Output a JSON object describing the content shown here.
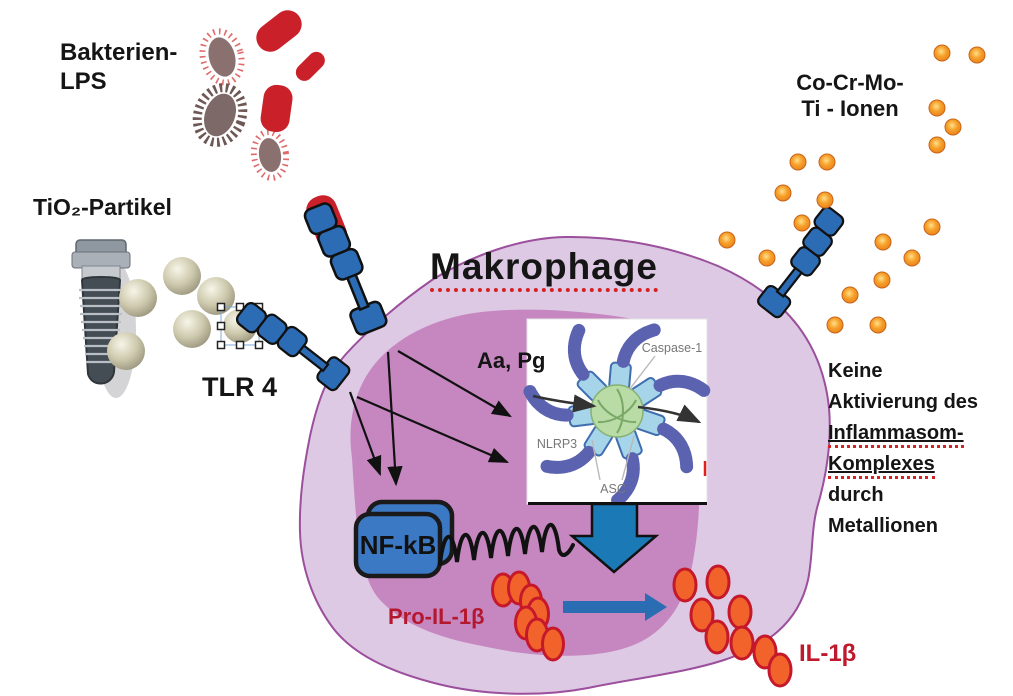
{
  "labels": {
    "bakterien_line1": "Bakterien-",
    "bakterien_line2": "LPS",
    "tio2": "TiO₂-Partikel",
    "tlr4": "TLR 4",
    "makrophage": "Makrophage",
    "cocr_line1": "Co-Cr-Mo-",
    "cocr_line2": "Ti - Ionen",
    "aa_pg": "Aa, Pg",
    "nfkb": "NF-kB",
    "pro_il1b": "Pro-IL-1β",
    "il1b": "IL-1β"
  },
  "right_note": {
    "line1": "Keine",
    "line2": "Aktivierung des",
    "line3": "Inflammasom-",
    "line4": "Komplexes",
    "line5": "durch",
    "line6": "Metallionen"
  },
  "inset": {
    "caspase1": "Caspase-1",
    "nlrp3": "NLRP3",
    "asc": "ASC"
  },
  "colors": {
    "cell_fill": "#ddc9e3",
    "cell_border": "#9b4f9c",
    "nucleus_fill": "#c687c0",
    "receptor_blue": "#2c6cb4",
    "lps_red": "#c9202a",
    "ion_orange": "#f0922b",
    "vesicle_orange": "#f1632b",
    "vesicle_stroke": "#c5182b",
    "text_red": "#b5182e",
    "arrow_blue": "#1b79b6",
    "inset_arm_blue": "#5b63b0",
    "inset_center_green": "#b9dba5",
    "implant_gray": "#454d54",
    "sphere_beige": "#cdc9ad"
  }
}
